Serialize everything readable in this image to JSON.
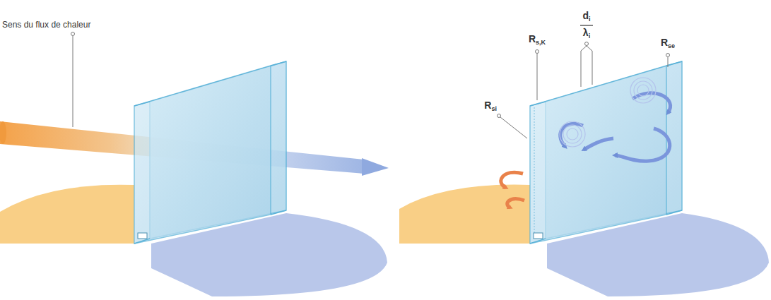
{
  "diagram": {
    "labels": [
      "Sens du flux de chaleur",
      "Rsi",
      "Rs,K",
      "di",
      "λi",
      "Rse"
    ]
  }
}
